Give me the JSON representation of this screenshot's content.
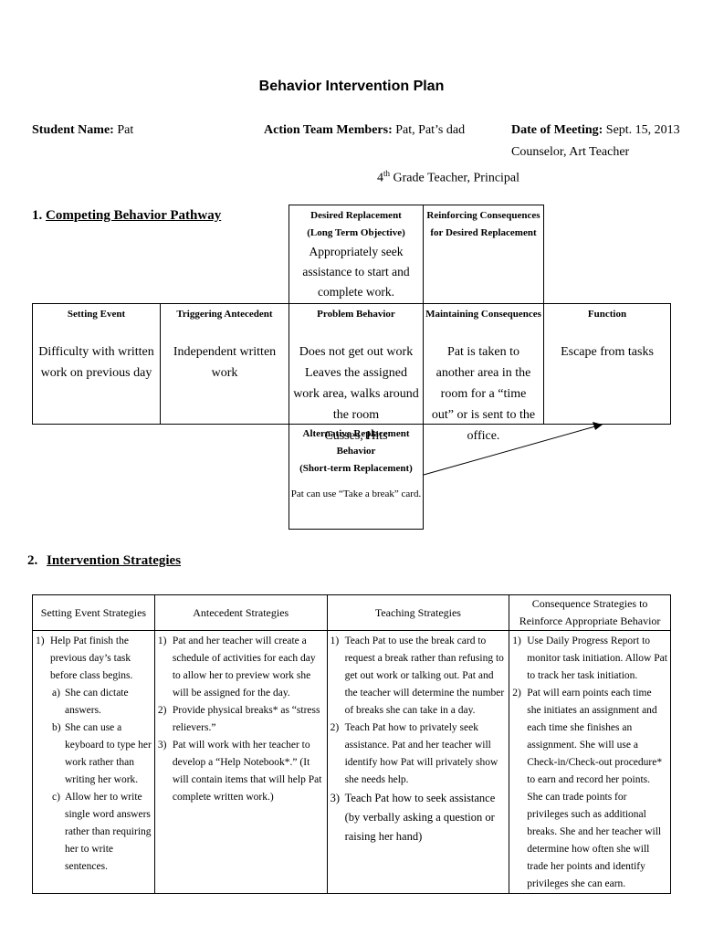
{
  "title": "Behavior Intervention Plan",
  "header": {
    "student_label": "Student Name:",
    "student_value": "Pat",
    "team_label": "Action Team Members:",
    "team_line1": "Pat, Pat’s dad",
    "team_line2a": "4",
    "team_line2sup": "th",
    "team_line2b": " Grade Teacher, Principal",
    "meeting_label": "Date of Meeting:",
    "meeting_value": "Sept. 15, 2013",
    "meeting_line2": "Counselor, Art Teacher"
  },
  "section1": {
    "number": "1.",
    "title": "Competing Behavior Pathway"
  },
  "pathway": {
    "desired_title_1": "Desired  Replacement",
    "desired_title_2": "(Long Term Objective)",
    "desired_body": "Appropriately seek assistance to start and complete work.",
    "reinforcing_title_1": "Reinforcing Consequences",
    "reinforcing_title_2": "for Desired Replacement",
    "setting_title": "Setting Event",
    "setting_body": "Difficulty with written work on previous day",
    "trigger_title": "Triggering Antecedent",
    "trigger_body": "Independent written work",
    "problem_title": "Problem Behavior",
    "problem_body_1": "Does not get out work",
    "problem_body_2": "Leaves the assigned work area, walks around the room",
    "problem_body_3": "Cusses, Hits",
    "maintaining_title": "Maintaining Consequences",
    "maintaining_body": "Pat is taken to another area in the room for a “time out” or is sent to the office.",
    "function_title": "Function",
    "function_body": "Escape from tasks",
    "alt_title_1": "Alternative Replacement",
    "alt_title_2": "Behavior",
    "alt_title_3": "(Short-term Replacement)",
    "alt_body": "Pat can use “Take a break” card."
  },
  "section2": {
    "number": "2.",
    "title": "Intervention Strategies"
  },
  "strategies": {
    "headers": [
      "Setting Event Strategies",
      "Antecedent Strategies",
      "Teaching Strategies",
      "Consequence Strategies to Reinforce Appropriate Behavior"
    ],
    "setting": {
      "item1": "Help Pat finish the previous day’s task before class begins.",
      "sub": [
        "She can dictate answers.",
        "She can use a keyboard to type her work rather than writing her work.",
        "Allow her to write single word answers rather than requiring her to write sentences."
      ]
    },
    "antecedent": [
      "Pat and her teacher will create a schedule of activities for each day to allow her to preview work she will be assigned for the day.",
      "Provide physical breaks* as “stress relievers.”",
      "Pat will work with her teacher to develop a “Help Notebook*.” (It will contain items that will help Pat complete written work.)"
    ],
    "teaching": [
      "Teach Pat to use the break card to request a break rather than refusing to get out work or talking out. Pat and the teacher will determine the number of breaks she can take in a day.",
      "Teach Pat how to privately seek assistance. Pat and her teacher will identify how Pat will privately show she needs help.",
      "Teach Pat how to seek assistance (by verbally asking a question or raising her hand)"
    ],
    "consequence": [
      "Use Daily Progress Report to monitor task initiation. Allow Pat to track her task initiation.",
      "Pat will earn points each time she initiates an assignment and each time she finishes an assignment.  She will use a Check-in/Check-out procedure* to earn and record her points.  She can trade points for privileges such as additional breaks. She and her teacher will determine how often she will trade her points and identify privileges she can earn."
    ]
  }
}
